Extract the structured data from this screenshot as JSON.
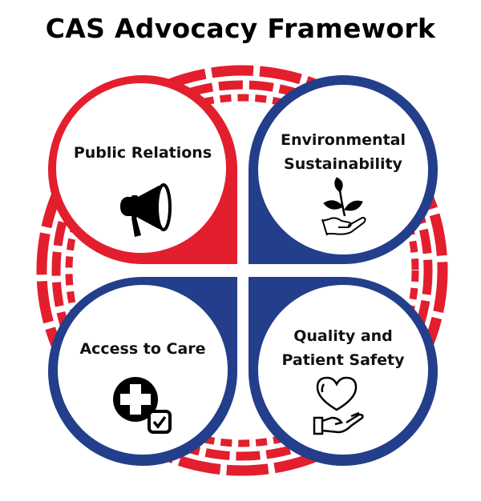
{
  "title": "CAS Advocacy Framework",
  "colors": {
    "red": "#E31E2D",
    "blue": "#233E8B",
    "background": "#FFFFFF",
    "text": "#111111"
  },
  "quadrants": [
    {
      "position": "top-left",
      "label_lines": [
        "Public Relations"
      ],
      "color": "red",
      "icon": "megaphone-icon"
    },
    {
      "position": "top-right",
      "label_lines": [
        "Environmental",
        "Sustainability"
      ],
      "color": "blue",
      "icon": "plant-in-hand-icon"
    },
    {
      "position": "bottom-left",
      "label_lines": [
        "Access to Care"
      ],
      "color": "blue",
      "icon": "medical-cross-check-icon"
    },
    {
      "position": "bottom-right",
      "label_lines": [
        "Quality and",
        "Patient Safety"
      ],
      "color": "blue",
      "icon": "heart-in-hand-icon"
    }
  ]
}
